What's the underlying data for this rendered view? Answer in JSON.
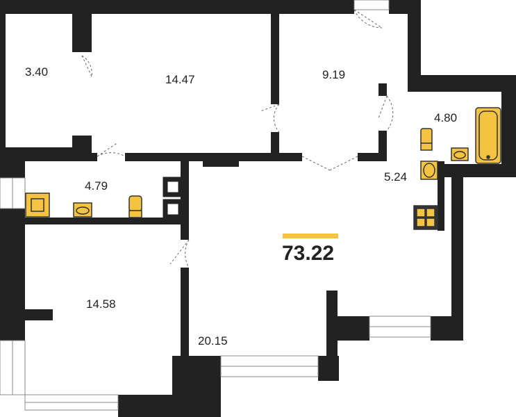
{
  "floor_plan": {
    "total_area": "73.22",
    "rooms": [
      {
        "id": "storage",
        "area": "3.40"
      },
      {
        "id": "bedroom-top",
        "area": "14.47"
      },
      {
        "id": "bedroom-top-right",
        "area": "9.19"
      },
      {
        "id": "bathroom",
        "area": "4.80"
      },
      {
        "id": "toilet-bath",
        "area": "4.79"
      },
      {
        "id": "kitchen",
        "area": "5.24"
      },
      {
        "id": "bedroom-bottom",
        "area": "14.58"
      },
      {
        "id": "living-room",
        "area": "20.15"
      }
    ],
    "colors": {
      "wall": "#222222",
      "fixture": "#F5C342",
      "fixture_outline": "#333333",
      "background": "#FFFFFF",
      "accent": "#F5C342"
    },
    "icons": [
      "bathtub-icon",
      "sink-icon",
      "toilet-icon",
      "shower-tray-icon",
      "stove-icon"
    ]
  }
}
